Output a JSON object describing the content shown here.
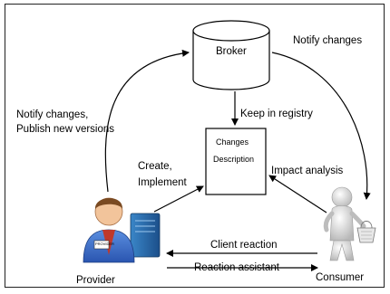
{
  "nodes": {
    "broker": "Broker",
    "changes_line1": "Changes",
    "changes_line2": "Description",
    "provider": "Provider",
    "consumer": "Consumer"
  },
  "edges": {
    "notify_top": "Notify changes",
    "notify_left_line1": "Notify changes,",
    "notify_left_line2": "Publish new versions",
    "keep_registry": "Keep in registry",
    "create_line1": "Create,",
    "create_line2": "Implement",
    "impact": "Impact analysis",
    "client_reaction": "Client reaction",
    "reaction_assistant": "Reaction assistant"
  },
  "badge": "PROVIDER"
}
